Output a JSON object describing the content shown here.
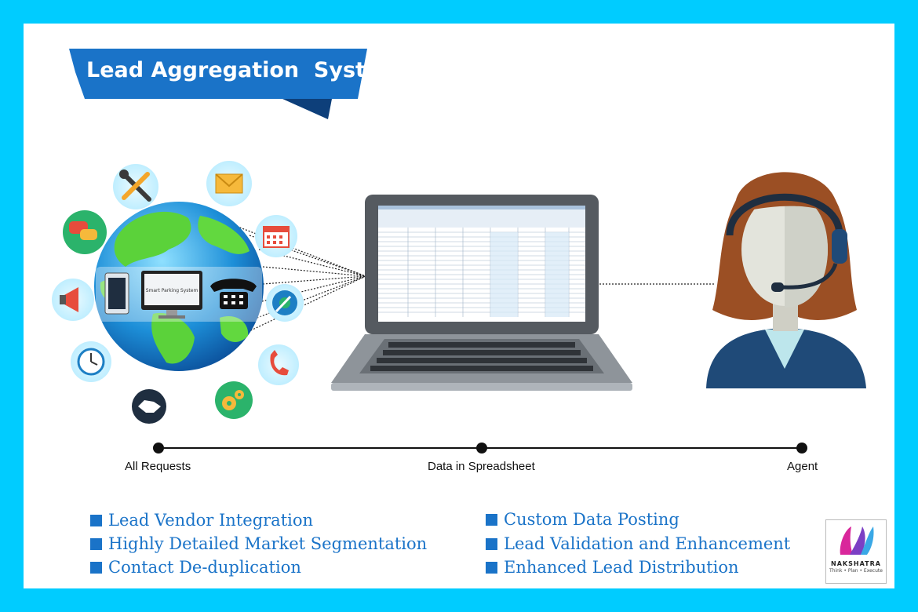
{
  "title": "Lead Aggregation  System",
  "monitor_text": "Smart Parking System",
  "steps": [
    "All Requests",
    "Data in Spreadsheet",
    "Agent"
  ],
  "features": {
    "left": [
      "Lead Vendor Integration",
      "Highly Detailed Market Segmentation",
      "Contact De-duplication"
    ],
    "right": [
      "Custom Data Posting",
      "Lead Validation and Enhancement",
      "Enhanced Lead Distribution"
    ]
  },
  "logo": {
    "name": "NAKSHATRA",
    "tagline": "Think • Plan • Execute"
  },
  "icons": [
    "tools-icon",
    "mail-icon",
    "chat-icon",
    "calendar-icon",
    "megaphone-icon",
    "settings-icon",
    "clock-icon",
    "phone-call-icon",
    "handshake-icon",
    "gears-icon",
    "globe-icon",
    "laptop-icon",
    "agent-icon"
  ],
  "colors": {
    "frame": "#00ccff",
    "banner": "#1a73c8",
    "feature_text": "#1a73c8"
  }
}
